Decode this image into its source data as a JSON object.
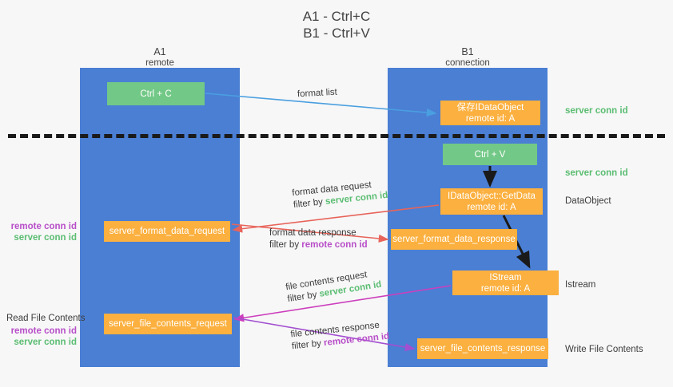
{
  "title": {
    "line1": "A1 - Ctrl+C",
    "line2": "B1 - Ctrl+V"
  },
  "lanes": [
    {
      "id": "a1",
      "name": "A1",
      "role": "remote",
      "color": "#4a7fd4"
    },
    {
      "id": "b1",
      "name": "B1",
      "role": "connection",
      "color": "#4a7fd4"
    }
  ],
  "colors": {
    "lane": "#4a7fd4",
    "green_box": "#72c886",
    "orange_box": "#fbb03f",
    "server_conn_id": "#5bbd72",
    "remote_conn_id": "#b84ec9",
    "arrow_blue": "#4a9fe0",
    "arrow_red": "#e8645a",
    "arrow_magenta": "#cc3fbd",
    "arrow_purple": "#a24fd0",
    "arrow_black": "#1a1a1a",
    "divider": "#1a1a1a",
    "background": "#f7f7f7"
  },
  "boxes": {
    "ctrl_c": {
      "label": "Ctrl + C",
      "kind": "green"
    },
    "save_idataobject": {
      "line1": "保存IDataObject",
      "line2": "remote id: A",
      "kind": "orange"
    },
    "ctrl_v": {
      "label": "Ctrl + V",
      "kind": "green"
    },
    "getdata": {
      "line1": "IDataObject::GetData",
      "line2": "remote id: A",
      "kind": "orange"
    },
    "server_format_data_request": {
      "label": "server_format_data_request",
      "kind": "orange"
    },
    "server_format_data_response": {
      "label": "server_format_data_response",
      "kind": "orange"
    },
    "istream": {
      "line1": "IStream",
      "line2": "remote id: A",
      "kind": "orange"
    },
    "server_file_contents_request": {
      "label": "server_file_contents_request",
      "kind": "orange"
    },
    "server_file_contents_response": {
      "label": "server_file_contents_response",
      "kind": "orange"
    }
  },
  "arrow_labels": {
    "format_list": {
      "line1": "format list"
    },
    "format_data_request": {
      "line1": "format data request",
      "prefix": "filter by ",
      "highlight": "server conn id",
      "highlight_color": "green"
    },
    "format_data_response": {
      "line1": "format data response",
      "prefix": "filter by ",
      "highlight": "remote conn id",
      "highlight_color": "purple"
    },
    "file_contents_request": {
      "line1": "file contents request",
      "prefix": "filter by ",
      "highlight": "server conn id",
      "highlight_color": "green"
    },
    "file_contents_response": {
      "line1": "file contents response",
      "prefix": "filter by ",
      "highlight": "remote conn id",
      "highlight_color": "purple"
    }
  },
  "side_labels": {
    "server_conn_id_top": "server conn id",
    "server_conn_id_mid": "server conn id",
    "dataobject": "DataObject",
    "istream": "Istream",
    "write_file_contents": "Write File Contents",
    "read_file_contents": "Read File Contents",
    "remote_conn_id": "remote conn id",
    "server_conn_id": "server conn id"
  }
}
